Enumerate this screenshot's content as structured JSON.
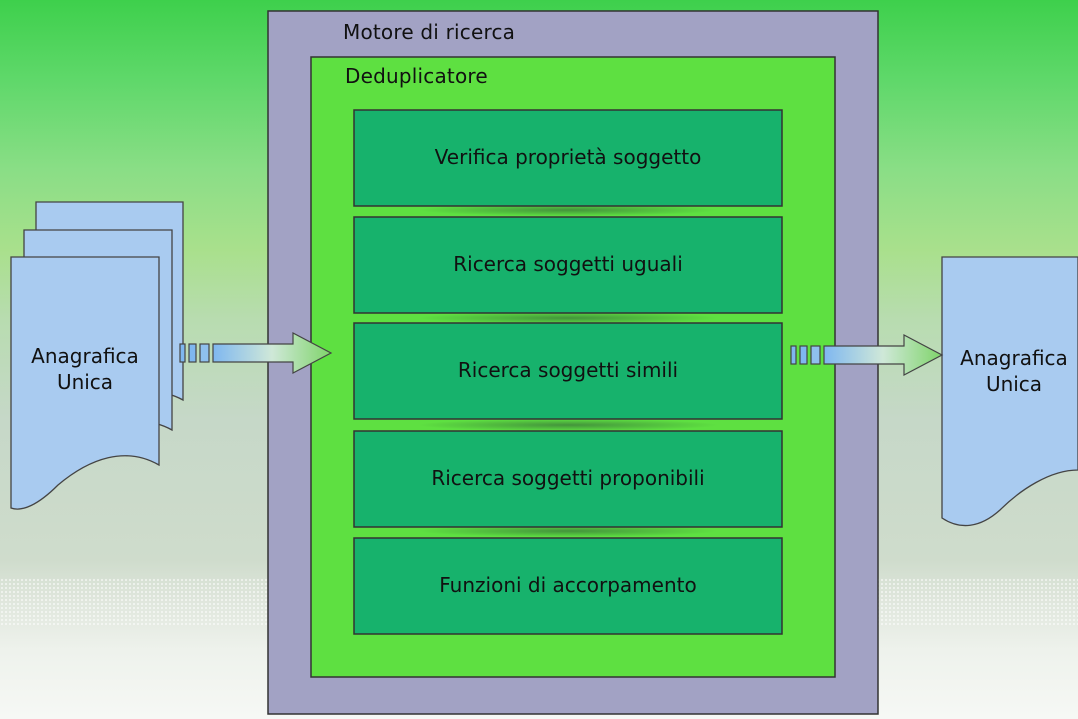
{
  "outer_box": {
    "title": "Motore di ricerca",
    "color": "#a2a2c4"
  },
  "inner_box": {
    "title": "Deduplicatore",
    "color": "#5ee041"
  },
  "steps": [
    {
      "label": "Verifica proprietà soggetto"
    },
    {
      "label": "Ricerca soggetti uguali"
    },
    {
      "label": "Ricerca soggetti simili"
    },
    {
      "label": "Ricerca soggetti proponibili"
    },
    {
      "label": "Funzioni di accorpamento"
    }
  ],
  "step_color": "#17b26c",
  "input_document": {
    "line1": "Anagrafica",
    "line2": "Unica",
    "color": "#a9cbf0"
  },
  "output_document": {
    "line1": "Anagrafica",
    "line2": "Unica",
    "color": "#a9cbf0"
  }
}
